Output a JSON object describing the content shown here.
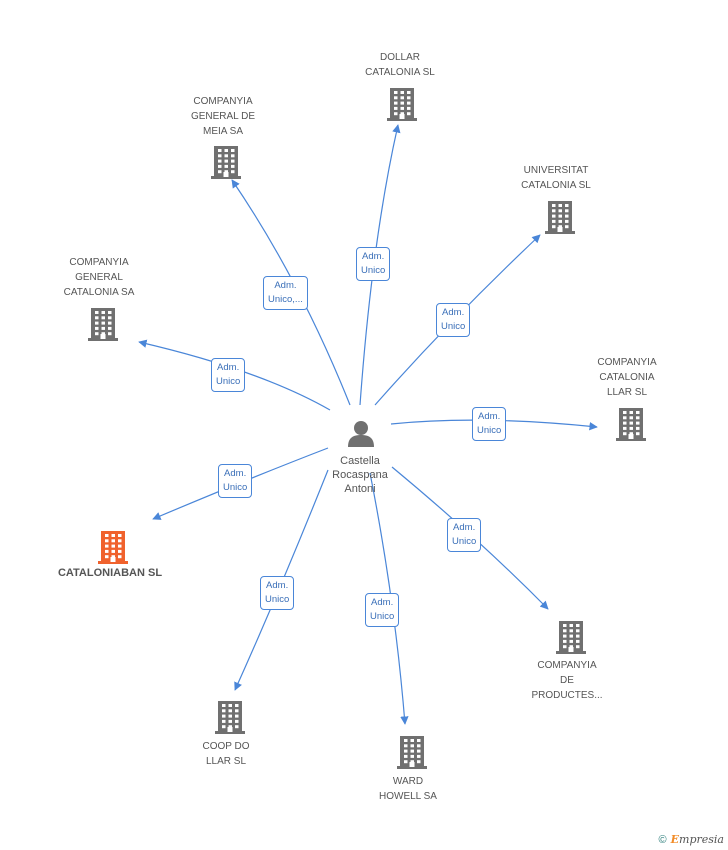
{
  "center": {
    "label": "Castella\nRocaspana\nAntoni"
  },
  "companies": [
    {
      "id": "dollar",
      "label": "DOLLAR\nCATALONIA SL",
      "highlight": false
    },
    {
      "id": "meia",
      "label": "COMPANYIA\nGENERAL DE\nMEIA SA",
      "highlight": false
    },
    {
      "id": "universitat",
      "label": "UNIVERSITAT\nCATALONIA  SL",
      "highlight": false
    },
    {
      "id": "general-catalonia",
      "label": "COMPANYIA\nGENERAL\nCATALONIA SA",
      "highlight": false
    },
    {
      "id": "catalonia-llar",
      "label": "COMPANYIA\nCATALONIA\nLLAR SL",
      "highlight": false
    },
    {
      "id": "cataloniaban",
      "label": "CATALONIABAN SL",
      "highlight": true
    },
    {
      "id": "productes",
      "label": "COMPANYIA\nDE\nPRODUCTES...",
      "highlight": false
    },
    {
      "id": "coop",
      "label": "COOP DO\nLLAR SL",
      "highlight": false
    },
    {
      "id": "ward",
      "label": "WARD\nHOWELL SA",
      "highlight": false
    }
  ],
  "edges": [
    {
      "target": "dollar",
      "label": "Adm.\nUnico"
    },
    {
      "target": "meia",
      "label": "Adm.\nUnico,..."
    },
    {
      "target": "universitat",
      "label": "Adm.\nUnico"
    },
    {
      "target": "general-catalonia",
      "label": "Adm.\nUnico"
    },
    {
      "target": "catalonia-llar",
      "label": "Adm.\nUnico"
    },
    {
      "target": "cataloniaban",
      "label": "Adm.\nUnico"
    },
    {
      "target": "productes",
      "label": "Adm.\nUnico"
    },
    {
      "target": "coop",
      "label": "Adm.\nUnico"
    },
    {
      "target": "ward",
      "label": "Adm.\nUnico"
    }
  ],
  "colors": {
    "edge": "#4a86d8",
    "building": "#707070",
    "highlight": "#f0622d",
    "text": "#555555"
  },
  "footer": {
    "copyright": "©",
    "brand_first": "E",
    "brand_rest": "mpresia"
  }
}
